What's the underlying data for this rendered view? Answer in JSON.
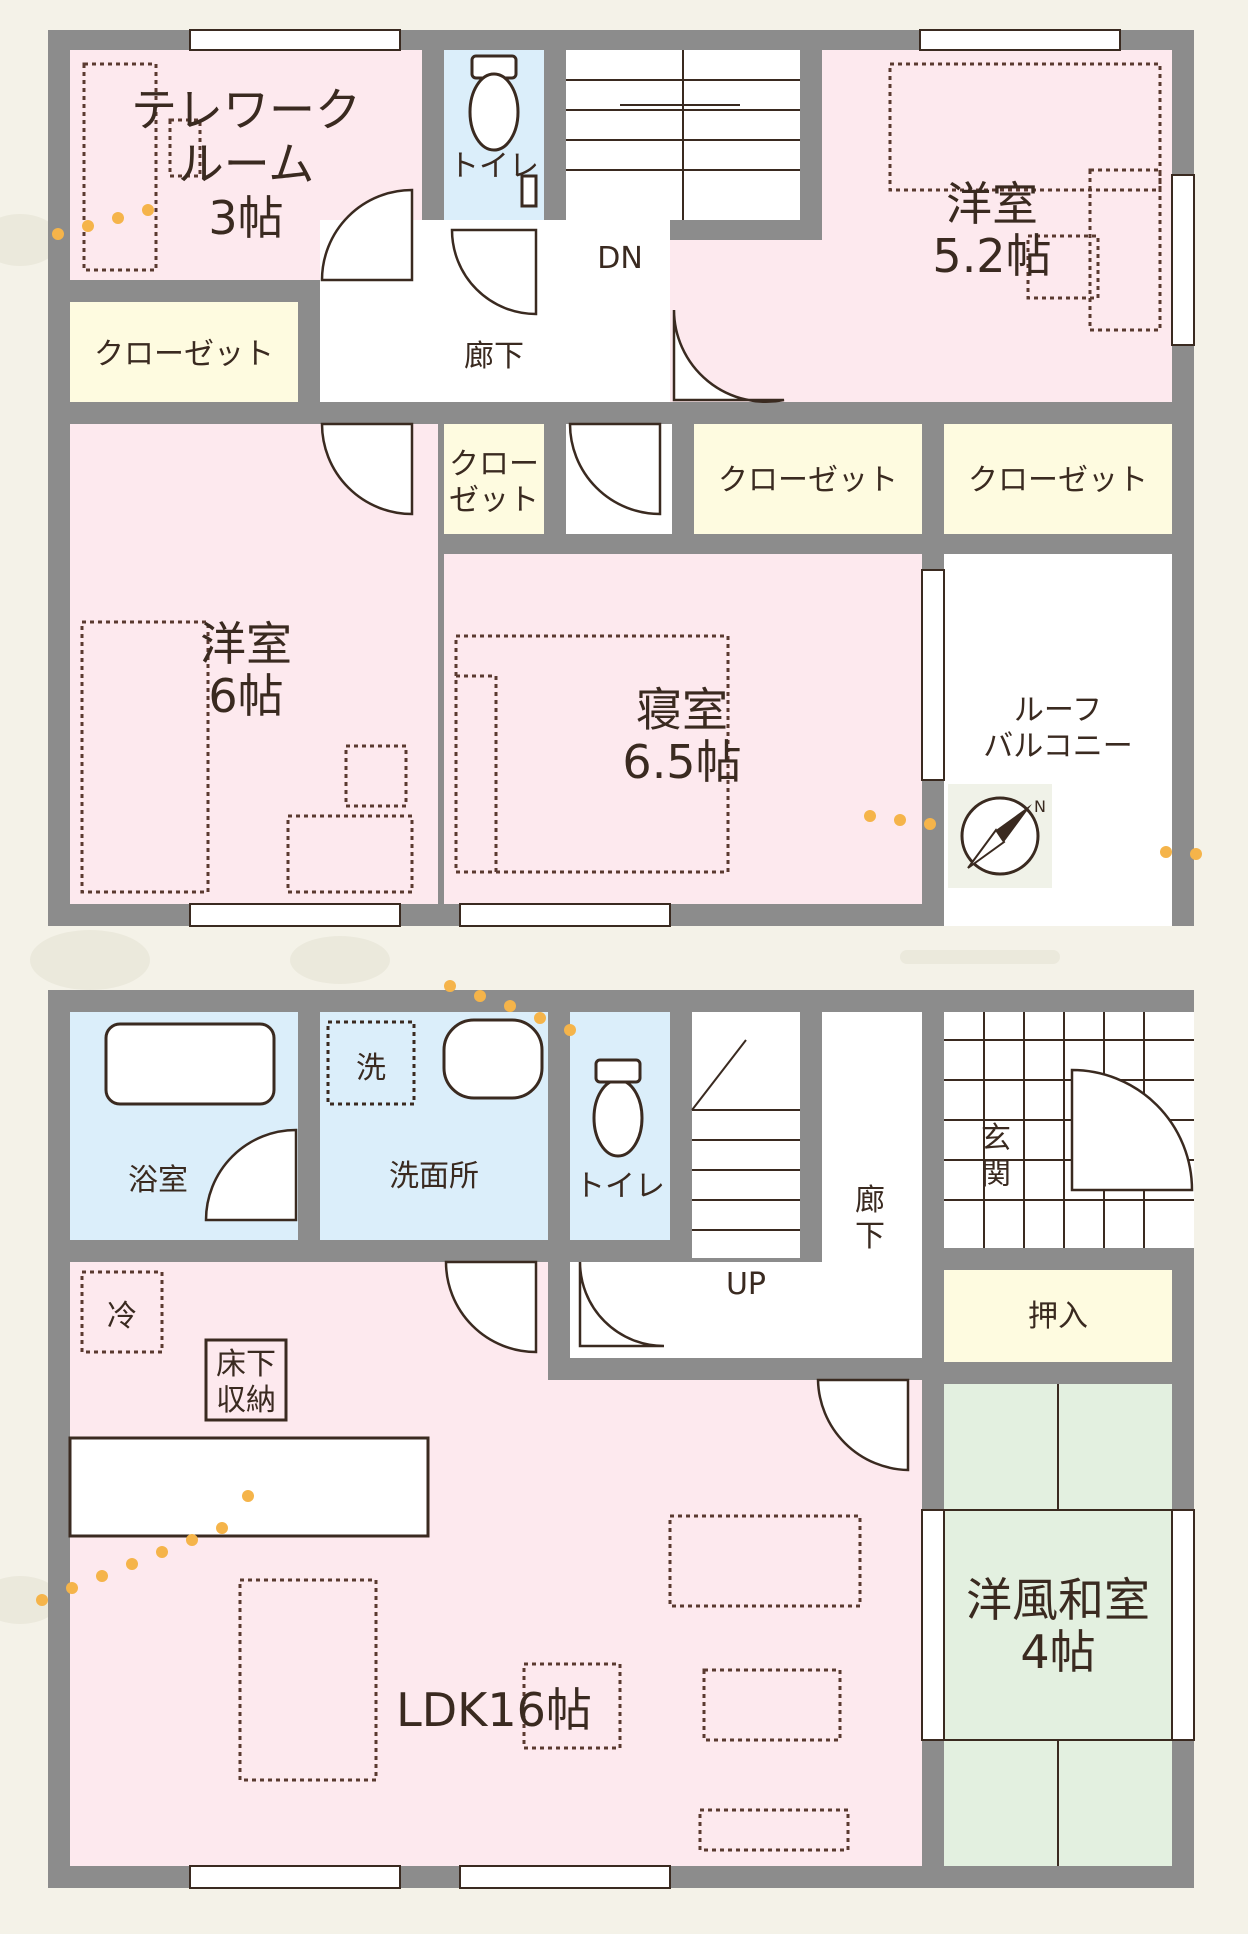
{
  "upper_floor": {
    "telework_room": {
      "line1": "テレワーク",
      "line2": "ルーム",
      "size": "3帖"
    },
    "toilet": "トイレ",
    "stairs_direction": "DN",
    "western_room_a": {
      "name": "洋室",
      "size": "5.2帖"
    },
    "closet": "クローゼット",
    "closet_small": {
      "line1": "クロー",
      "line2": "ゼット"
    },
    "hallway": "廊下",
    "western_room_b": {
      "name": "洋室",
      "size": "6帖"
    },
    "bedroom": {
      "name": "寝室",
      "size": "6.5帖"
    },
    "roof_balcony": {
      "line1": "ルーフ",
      "line2": "バルコニー"
    },
    "compass_north": "N"
  },
  "lower_floor": {
    "bathroom": "浴室",
    "washroom": "洗面所",
    "washer_mark": "洗",
    "toilet": "トイレ",
    "stairs_direction": "UP",
    "hallway": {
      "line1": "廊",
      "line2": "下"
    },
    "entrance": {
      "line1": "玄",
      "line2": "関"
    },
    "storage": "押入",
    "fridge_mark": "冷",
    "underfloor_storage": {
      "line1": "床下",
      "line2": "収納"
    },
    "japanese_room": {
      "name": "洋風和室",
      "size": "4帖"
    },
    "ldk": "LDK16帖"
  },
  "colors": {
    "pink_room": "#fde9ee",
    "blue_room": "#dbeefa",
    "yellow_closet": "#fefbe0",
    "green_room": "#e3f0e0",
    "white_area": "#ffffff",
    "wall": "#8c8c8c",
    "background": "#f4f2e8",
    "sun_dots": "#f5b44a"
  }
}
